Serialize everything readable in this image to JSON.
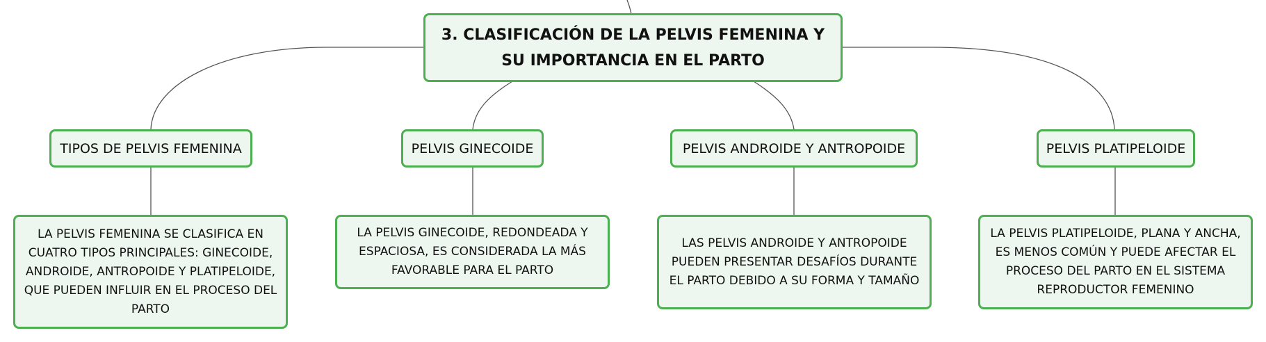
{
  "colors": {
    "node_border": "#4caf50",
    "node_fill": "#eef7ef",
    "connector": "#555555",
    "text": "#111111"
  },
  "root": {
    "title": "3. CLASIFICACIÓN DE LA PELVIS FEMENINA Y SU IMPORTANCIA EN EL PARTO"
  },
  "topics": [
    {
      "label": "TIPOS DE PELVIS FEMENINA",
      "detail": "LA PELVIS FEMENINA SE CLASIFICA EN CUATRO TIPOS PRINCIPALES: GINECOIDE, ANDROIDE, ANTROPOIDE Y PLATIPELOIDE, QUE PUEDEN INFLUIR EN EL PROCESO DEL PARTO"
    },
    {
      "label": "PELVIS GINECOIDE",
      "detail": "LA PELVIS GINECOIDE, REDONDEADA Y ESPACIOSA, ES CONSIDERADA LA MÁS FAVORABLE PARA EL PARTO"
    },
    {
      "label": "PELVIS ANDROIDE Y ANTROPOIDE",
      "detail": "LAS PELVIS ANDROIDE Y ANTROPOIDE PUEDEN PRESENTAR DESAFÍOS DURANTE EL PARTO DEBIDO A SU FORMA Y TAMAÑO"
    },
    {
      "label": "PELVIS PLATIPELOIDE",
      "detail": "LA PELVIS PLATIPELOIDE, PLANA Y ANCHA, ES MENOS COMÚN Y PUEDE AFECTAR EL PROCESO DEL PARTO EN EL SISTEMA REPRODUCTOR FEMENINO"
    }
  ]
}
